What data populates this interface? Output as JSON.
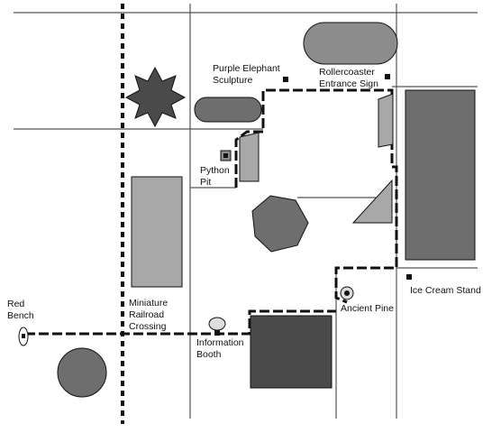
{
  "colors": {
    "light_gray": "#a8a8a8",
    "mid_gray": "#8c8c8c",
    "dark_gray": "#6e6e6e",
    "darker_gray": "#4a4a4a",
    "ink": "#111111"
  },
  "landmarks": {
    "purple_elephant": [
      "Purple Elephant",
      "Sculpture"
    ],
    "rollercoaster": [
      "Rollercoaster",
      "Entrance Sign"
    ],
    "python_pit": [
      "Python",
      "Pit"
    ],
    "red_bench": [
      "Red",
      "Bench"
    ],
    "railroad_crossing": [
      "Miniature",
      "Railroad",
      "Crossing"
    ],
    "info_booth": [
      "Information",
      "Booth"
    ],
    "ancient_pine": [
      "Ancient Pine"
    ],
    "ice_cream": [
      "Ice Cream Stand"
    ]
  },
  "icons": {
    "star": "star-shape",
    "heptagon": "heptagon-shape",
    "triangle": "triangle-shape",
    "circle": "circle-shape"
  }
}
